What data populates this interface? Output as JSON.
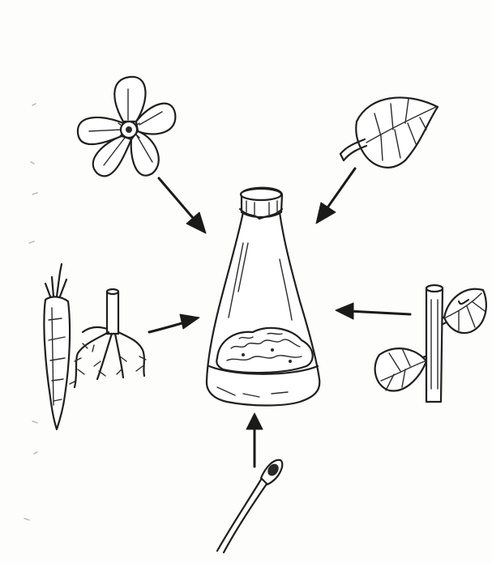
{
  "diagram": {
    "type": "illustration",
    "central_object": "culture-flask",
    "explants": [
      {
        "name": "flower",
        "target": "culture-flask"
      },
      {
        "name": "leaf",
        "target": "culture-flask"
      },
      {
        "name": "stem-with-leaves",
        "target": "culture-flask"
      },
      {
        "name": "roots",
        "target": "culture-flask"
      },
      {
        "name": "carrot",
        "target": "culture-flask"
      },
      {
        "name": "seed-on-spatula",
        "target": "culture-flask"
      }
    ],
    "colors": {
      "ink": "#1f1f1f",
      "paper": "#fdfdfc"
    }
  }
}
